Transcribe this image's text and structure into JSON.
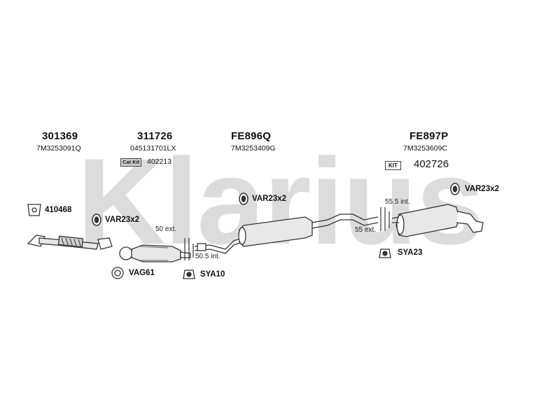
{
  "brand": {
    "watermark": "Klarius"
  },
  "colors": {
    "watermark": "#d9d9d9",
    "line": "#333333",
    "fill": "#e8e8e8"
  },
  "parts": [
    {
      "id": "301369",
      "ref": "7M3253091Q"
    },
    {
      "id": "311726",
      "ref": "045131701LX",
      "badge": "Cat Kit",
      "badge_code": "402213"
    },
    {
      "id": "FE896Q",
      "ref": "7M3253409G"
    },
    {
      "id": "FE897P",
      "ref": "7M3253609C",
      "badge": "KIT",
      "badge_code": "402726"
    }
  ],
  "fittings": {
    "gasket_410468": "410468",
    "var_left": "VAR23x2",
    "var_center": "VAR23x2",
    "var_right": "VAR23x2",
    "vag61": "VAG61",
    "sya10": "SYA10",
    "sya23": "SYA23"
  },
  "dimensions": {
    "d1": "50 ext.",
    "d2": "50.5 int.",
    "d3": "55.5 int.",
    "d4": "55 ext."
  }
}
